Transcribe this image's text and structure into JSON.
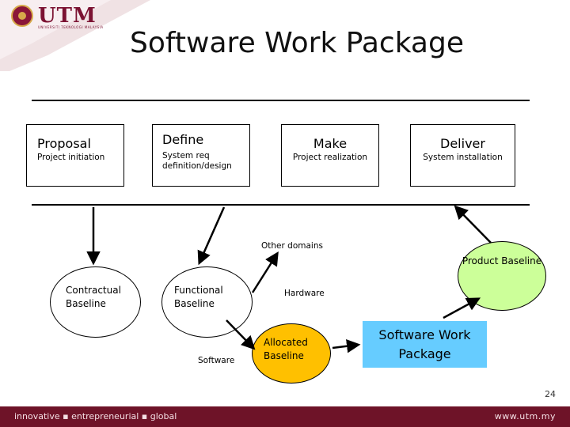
{
  "logo": {
    "text": "UTM",
    "subtitle": "UNIVERSITI TEKNOLOGI MALAYSIA"
  },
  "title": "Software Work Package",
  "phases": [
    {
      "title": "Proposal",
      "subtitle": "Project initiation"
    },
    {
      "title": "Define",
      "subtitle": "System req definition/design"
    },
    {
      "title": "Make",
      "subtitle": "Project realization"
    },
    {
      "title": "Deliver",
      "subtitle": "System installation"
    }
  ],
  "baselines": {
    "contractual": "Contractual Baseline",
    "functional": "Functional Baseline",
    "allocated": "Allocated Baseline",
    "product": "Product Baseline"
  },
  "labels": {
    "other_domains": "Other domains",
    "hardware": "Hardware",
    "software": "Software"
  },
  "work_package": "Software Work Package",
  "page_number": "24",
  "footer": {
    "tagline": "innovative ▪ entrepreneurial ▪ global",
    "url": "www.utm.my"
  },
  "colors": {
    "brand": "#6e1328",
    "allocated_fill": "#ffc000",
    "product_fill": "#ccff99",
    "package_fill": "#66ccff"
  }
}
